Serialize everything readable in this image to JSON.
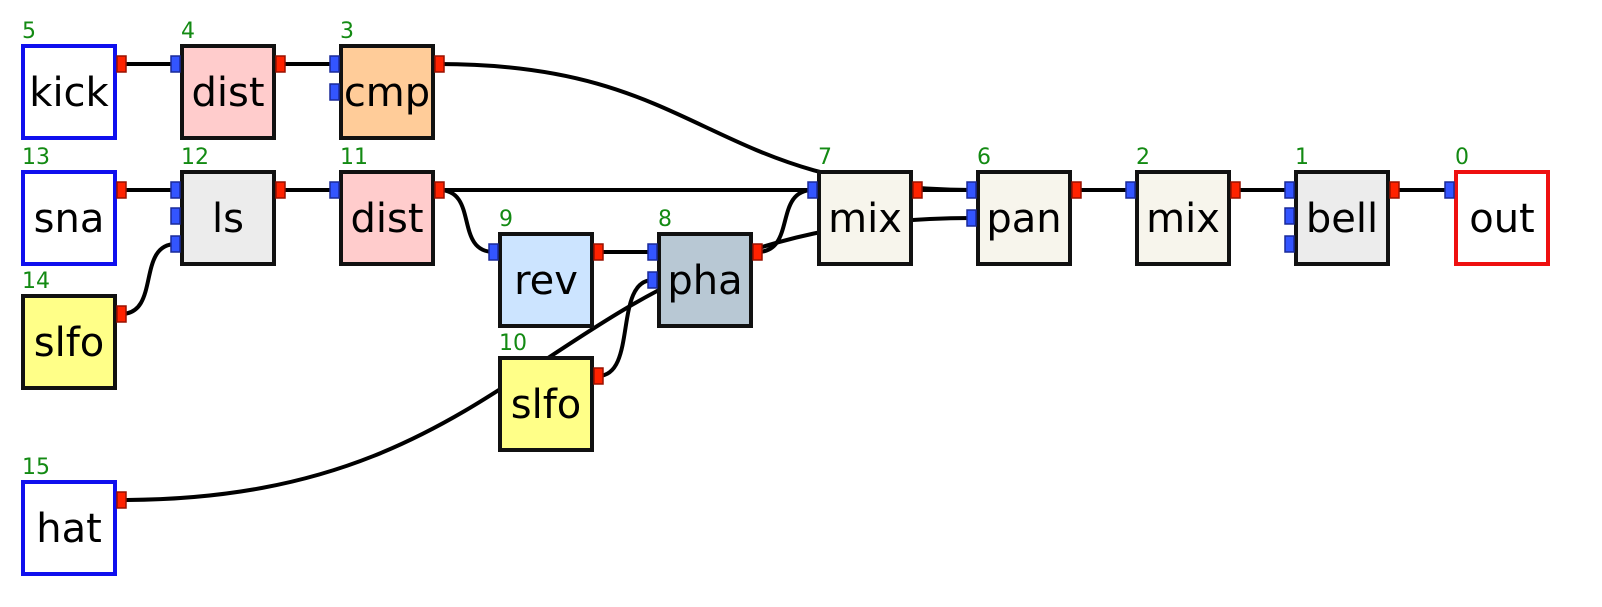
{
  "colors": {
    "input_border": "#1010ee",
    "output_border": "#ee1010",
    "default_border": "#111111",
    "port_in": "#3355ff",
    "port_out": "#ff2200",
    "id_text": "#138a13",
    "wire": "#000000"
  },
  "nodes": [
    {
      "id": "0",
      "label": "out",
      "fill": "#ffffff",
      "kind": "output",
      "inputs": 1,
      "outputs": 0
    },
    {
      "id": "1",
      "label": "bell",
      "fill": "#ececec",
      "kind": "effect",
      "inputs": 3,
      "outputs": 1
    },
    {
      "id": "2",
      "label": "mix",
      "fill": "#f7f5ec",
      "kind": "effect",
      "inputs": 1,
      "outputs": 1
    },
    {
      "id": "3",
      "label": "cmp",
      "fill": "#ffcc99",
      "kind": "effect",
      "inputs": 2,
      "outputs": 1
    },
    {
      "id": "4",
      "label": "dist",
      "fill": "#ffcccc",
      "kind": "effect",
      "inputs": 1,
      "outputs": 1
    },
    {
      "id": "5",
      "label": "kick",
      "fill": "#ffffff",
      "kind": "input",
      "inputs": 0,
      "outputs": 1
    },
    {
      "id": "6",
      "label": "pan",
      "fill": "#f7f5ec",
      "kind": "effect",
      "inputs": 2,
      "outputs": 1
    },
    {
      "id": "7",
      "label": "mix",
      "fill": "#f7f5ec",
      "kind": "effect",
      "inputs": 1,
      "outputs": 1
    },
    {
      "id": "8",
      "label": "pha",
      "fill": "#b8c8d4",
      "kind": "effect",
      "inputs": 2,
      "outputs": 1
    },
    {
      "id": "9",
      "label": "rev",
      "fill": "#cce4ff",
      "kind": "effect",
      "inputs": 1,
      "outputs": 1
    },
    {
      "id": "10",
      "label": "slfo",
      "fill": "#ffff88",
      "kind": "effect",
      "inputs": 0,
      "outputs": 1
    },
    {
      "id": "11",
      "label": "dist",
      "fill": "#ffcccc",
      "kind": "effect",
      "inputs": 1,
      "outputs": 1
    },
    {
      "id": "12",
      "label": "ls",
      "fill": "#ececec",
      "kind": "effect",
      "inputs": 3,
      "outputs": 1
    },
    {
      "id": "13",
      "label": "sna",
      "fill": "#ffffff",
      "kind": "input",
      "inputs": 0,
      "outputs": 1
    },
    {
      "id": "14",
      "label": "slfo",
      "fill": "#ffff88",
      "kind": "effect",
      "inputs": 0,
      "outputs": 1
    },
    {
      "id": "15",
      "label": "hat",
      "fill": "#ffffff",
      "kind": "input",
      "inputs": 0,
      "outputs": 1
    }
  ],
  "connections": [
    {
      "from": "5",
      "to": "4",
      "to_port": 0
    },
    {
      "from": "4",
      "to": "3",
      "to_port": 0
    },
    {
      "from": "3",
      "to": "6",
      "to_port": 0
    },
    {
      "from": "13",
      "to": "12",
      "to_port": 0
    },
    {
      "from": "14",
      "to": "12",
      "to_port": 2
    },
    {
      "from": "12",
      "to": "11",
      "to_port": 0
    },
    {
      "from": "11",
      "to": "7",
      "to_port": 0
    },
    {
      "from": "11",
      "to": "9",
      "to_port": 0
    },
    {
      "from": "9",
      "to": "8",
      "to_port": 0
    },
    {
      "from": "10",
      "to": "8",
      "to_port": 1
    },
    {
      "from": "8",
      "to": "7",
      "to_port": 0
    },
    {
      "from": "7",
      "to": "6",
      "to_port": 0
    },
    {
      "from": "15",
      "to": "6",
      "to_port": 1
    },
    {
      "from": "6",
      "to": "2",
      "to_port": 0
    },
    {
      "from": "2",
      "to": "1",
      "to_port": 0
    },
    {
      "from": "1",
      "to": "0",
      "to_port": 0
    }
  ]
}
